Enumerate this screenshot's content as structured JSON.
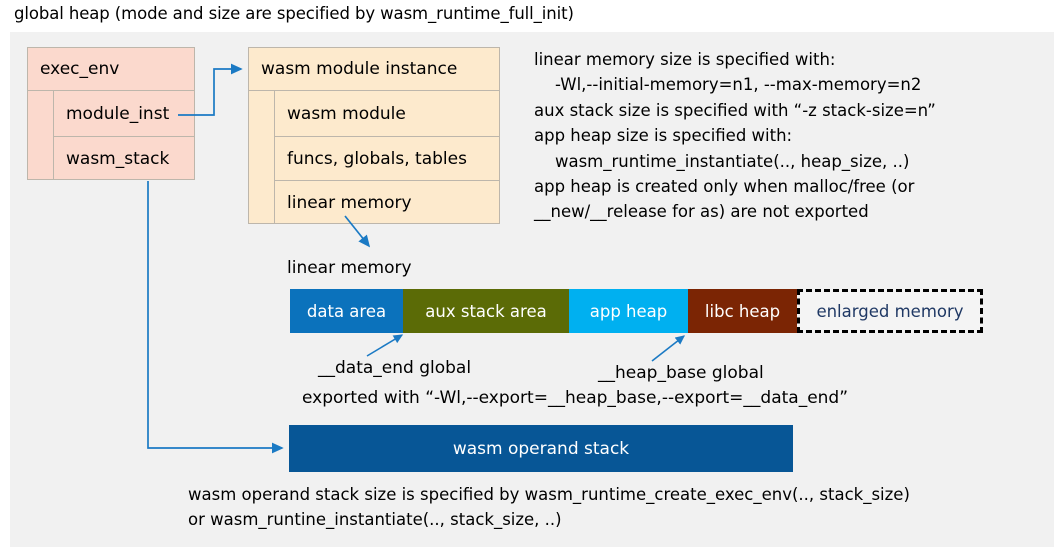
{
  "title": "global heap (mode and size are specified by wasm_runtime_full_init)",
  "colors": {
    "panel_bg": "#f1f1f1",
    "exec_env_fill": "#fbd9cd",
    "module_instance_fill": "#fdeacd",
    "box_border": "#bdb6ab",
    "connector": "#1b7ac4",
    "data_area": "#0b72bc",
    "aux_stack_area": "#5b6b06",
    "app_heap": "#00b0f0",
    "libc_heap": "#7b2504",
    "enlarged_memory_border": "#000000",
    "enlarged_memory_text": "#1f3864",
    "operand_stack_fill": "#075696"
  },
  "exec_env": {
    "header": "exec_env",
    "fields": [
      {
        "label": "module_inst"
      },
      {
        "label": "wasm_stack"
      }
    ]
  },
  "module_instance": {
    "header": "wasm module instance",
    "fields": [
      {
        "label": "wasm module"
      },
      {
        "label": "funcs, globals, tables"
      },
      {
        "label": "linear memory"
      }
    ]
  },
  "notes": {
    "right_block": "linear memory size is specified with:\n    -Wl,--initial-memory=n1, --max-memory=n2\naux stack size is specified with “-z stack-size=n”\napp heap size is specified with:\n    wasm_runtime_instantiate(.., heap_size, ..)\napp heap is created only when malloc/free (or\n__new/__release for as) are not exported",
    "bottom_block": "wasm operand stack size is specified by wasm_runtime_create_exec_env(.., stack_size)\nor wasm_runtine_instantiate(.., stack_size, ..)"
  },
  "linear_memory": {
    "caption": "linear memory",
    "segments": [
      {
        "label": "data area",
        "color": "#0b72bc",
        "width": 113,
        "style": "filled"
      },
      {
        "label": "aux stack area",
        "color": "#5b6b06",
        "width": 166,
        "style": "filled"
      },
      {
        "label": "app heap",
        "color": "#00b0f0",
        "width": 119,
        "style": "filled"
      },
      {
        "label": "libc heap",
        "color": "#7b2504",
        "width": 109,
        "style": "filled"
      },
      {
        "label": "enlarged memory",
        "color": "#f4f4f4",
        "width": 186,
        "style": "dashed"
      }
    ]
  },
  "annotations": {
    "data_end": "__data_end global",
    "heap_base": "__heap_base global",
    "exported_with": "exported with “-Wl,--export=__heap_base,--export=__data_end”"
  },
  "operand_stack": {
    "label": "wasm operand stack"
  }
}
